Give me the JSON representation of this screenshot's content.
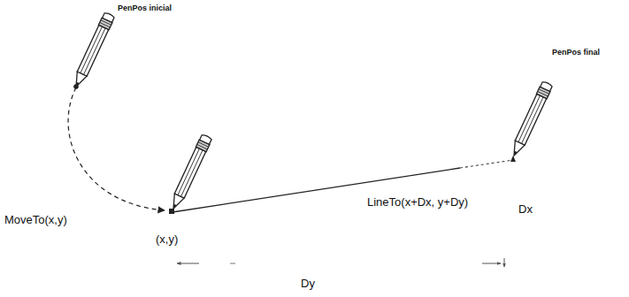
{
  "diagram": {
    "labels": [
      "PenPos inicial",
      "PenPos final",
      "MoveTo(x,y)",
      "(x,y)",
      "LineTo(x+Dx, y+Dy)",
      "Dx",
      "Dy"
    ]
  }
}
